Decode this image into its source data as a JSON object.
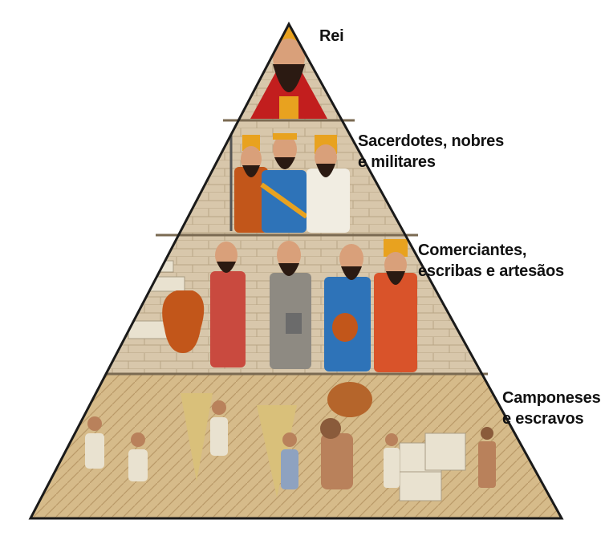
{
  "tiers": [
    {
      "id": "rei",
      "lines": [
        "Rei"
      ]
    },
    {
      "id": "sacerdotes",
      "lines": [
        "Sacerdotes, nobres",
        "e militares"
      ]
    },
    {
      "id": "comerciantes",
      "lines": [
        "Comerciantes,",
        "escribas e artesãos"
      ]
    },
    {
      "id": "camponeses",
      "lines": [
        "Camponeses",
        "e escravos"
      ]
    }
  ],
  "colors": {
    "outline": "#1a1a1a",
    "stone": "#d8c7ab",
    "stone_dark": "#b9a584",
    "band_rei": "#c21e1e",
    "band_sac": "#2e73b8",
    "band_com": "#d9532a",
    "band_cam": "#c9a873",
    "gold": "#e8a21f"
  }
}
